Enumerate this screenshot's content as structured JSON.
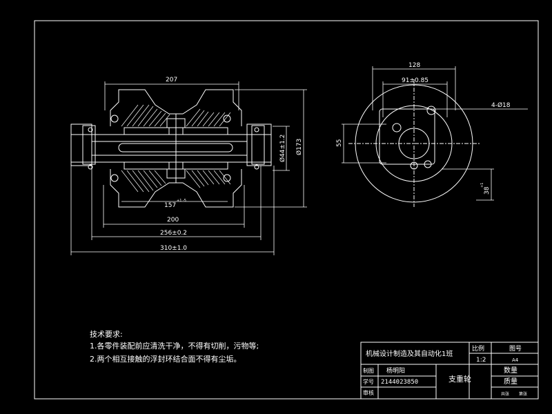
{
  "drawing": {
    "left_view": {
      "dimensions": {
        "length_top": "207",
        "bore": "Ø44±1.2",
        "outer": "Ø173",
        "inner_len": "157",
        "inner_tol": "+1 -5",
        "len_200": "200",
        "len_256": "256±0.2",
        "len_310": "310±1.0"
      }
    },
    "right_view": {
      "dimensions": {
        "width_128": "128",
        "width_91": "91±0.85",
        "holes": "4-Ø18",
        "height_55": "55",
        "height_bottom": "38",
        "height_bottom_tol": "+1"
      }
    },
    "notes": {
      "heading": "技术要求:",
      "line1": "1.各零件装配前应清洗干净，不得有切削，污物等;",
      "line2": "2.两个相互接触的浮封环结合面不得有尘垢。"
    },
    "title_block": {
      "school": "机械设计制造及其自动化1班",
      "ratio_label": "比例",
      "ratio_value": "1:2",
      "drawing_no_label": "图号",
      "drawing_no_value": "A4",
      "drawn_label": "制图",
      "drawn_value": "杨明阳",
      "student_id_label": "学号",
      "student_id_value": "2144023850",
      "check_label": "审核",
      "part_name": "支重轮",
      "quantity_label": "数量",
      "weight_label": "质量",
      "sheet_total": "共张",
      "sheet_num": "第张"
    }
  }
}
